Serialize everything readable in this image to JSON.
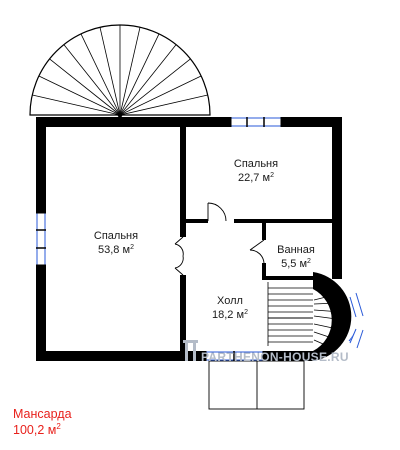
{
  "rooms": [
    {
      "id": "bedroom-large",
      "name": "Спальня",
      "area": "53,8",
      "unit": "м",
      "unit_sup": "2"
    },
    {
      "id": "bedroom-small",
      "name": "Спальня",
      "area": "22,7",
      "unit": "м",
      "unit_sup": "2"
    },
    {
      "id": "bathroom",
      "name": "Ванная",
      "area": "5,5",
      "unit": "м",
      "unit_sup": "2"
    },
    {
      "id": "hall",
      "name": "Холл",
      "area": "18,2",
      "unit": "м",
      "unit_sup": "2"
    }
  ],
  "floor": {
    "name": "Мансарда",
    "area": "100,2",
    "unit": "м",
    "unit_sup": "2"
  },
  "watermark": {
    "text": "PARTHENON-HOUSE.RU"
  },
  "colors": {
    "wall": "#000000",
    "window": "#2a5ad8",
    "floor_caption": "#e8211c",
    "watermark": "#b4bcc8"
  }
}
